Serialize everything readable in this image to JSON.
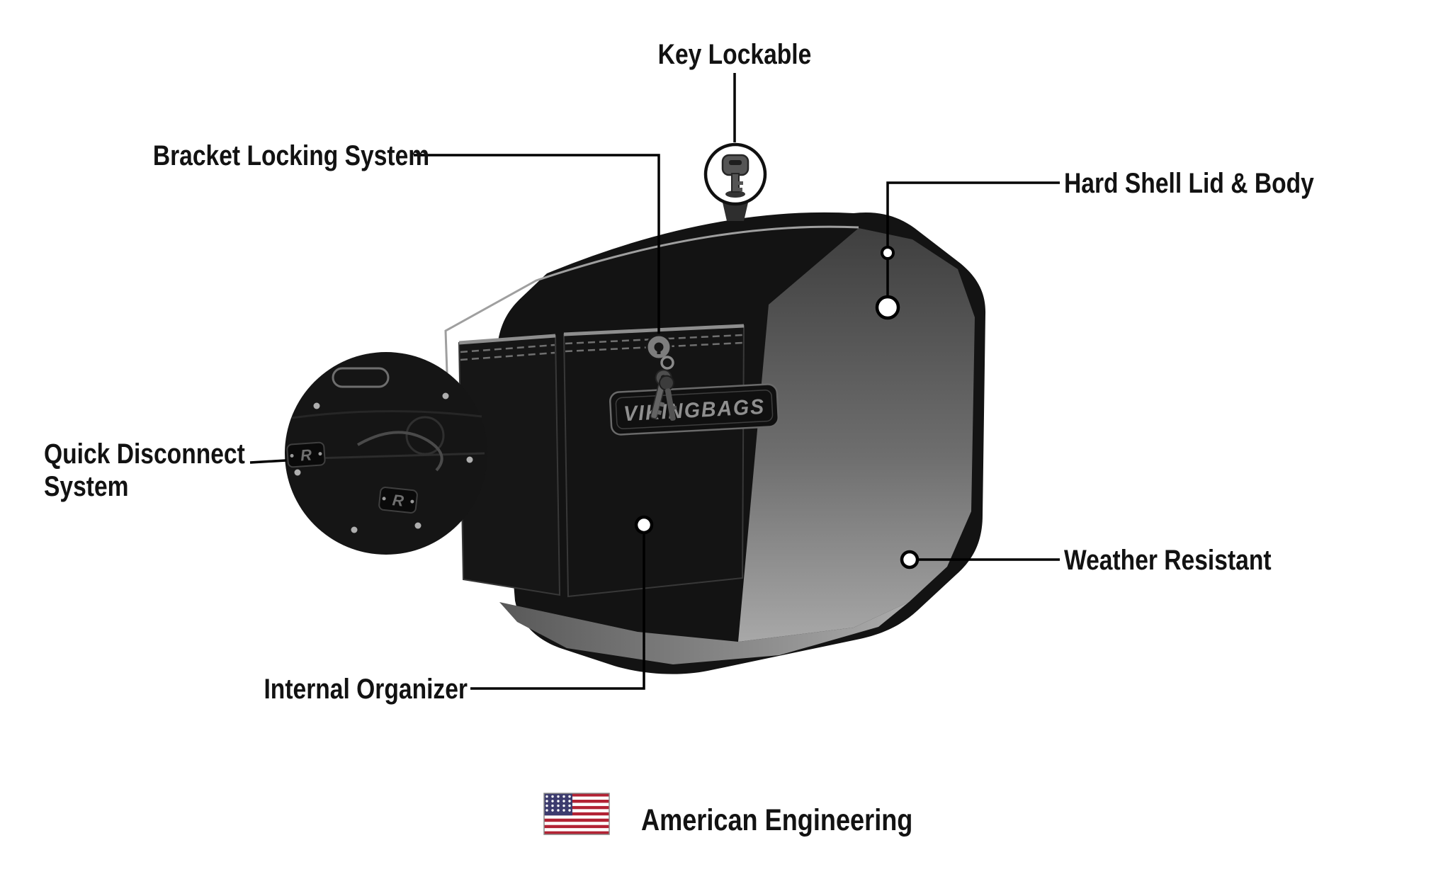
{
  "callouts": {
    "key_lockable": {
      "label": "Key Lockable"
    },
    "bracket_locking_system": {
      "label": "Bracket Locking System"
    },
    "hard_shell_lid_body": {
      "label": "Hard Shell Lid & Body"
    },
    "quick_disconnect_system": {
      "label": "Quick Disconnect System"
    },
    "weather_resistant": {
      "label": "Weather Resistant"
    },
    "internal_organizer": {
      "label": "Internal Organizer"
    }
  },
  "footer": {
    "american_engineering": "American Engineering",
    "flag_icon": "us-flag-icon"
  },
  "product": {
    "badge_text": "VIKINGBAGS"
  },
  "inset": {
    "clip_monogram": "R"
  },
  "icons": {
    "key": "key-icon",
    "lock": "bracket-lock-icon",
    "flag": "us-flag-icon"
  },
  "colors": {
    "background": "#ffffff",
    "text": "#121212",
    "callout_line": "#000000",
    "bag_body": "#131313",
    "inner_wall_dark": "#3f3f3f",
    "inner_wall_light": "#a8a8a8",
    "seam": "#9f9f9f",
    "badge_text": "#8f8f8f",
    "flag_red": "#B22234",
    "flag_blue": "#3C3B6E"
  }
}
